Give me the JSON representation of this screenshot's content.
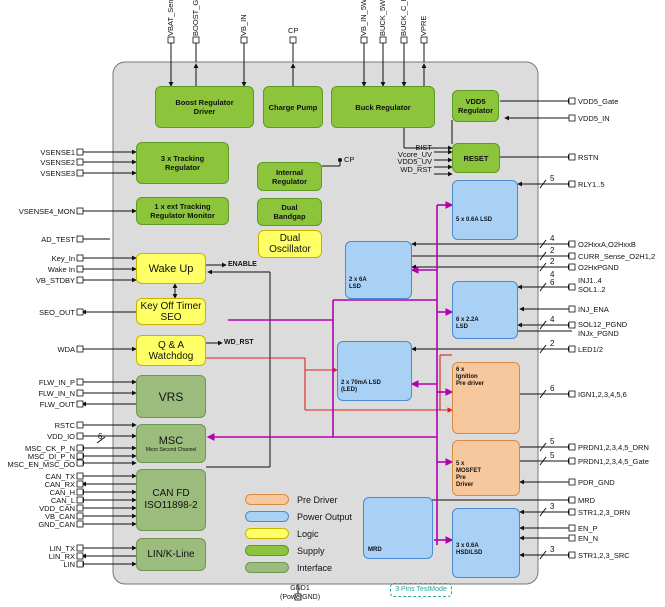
{
  "top_pins": [
    "VBAT_Sense",
    "BOOST_G",
    "VB_IN",
    "CP",
    "VB_IN_5W",
    "BUCK_5W",
    "BUCK_C_BST",
    "VPRE"
  ],
  "left_pins": {
    "vsense1": "VSENSE1",
    "vsense2": "VSENSE2",
    "vsense3": "VSENSE3",
    "vsense4_mon": "VSENSE4_MON",
    "ad_test": "AD_TEST",
    "key_in": "Key_In",
    "wake_in": "Wake In",
    "vb_stdby": "VB_STDBY",
    "seo_out": "SEO_OUT",
    "wda": "WDA",
    "flw_in_p": "FLW_IN_P",
    "flw_in_n": "FLW_IN_N",
    "flw_out": "FLW_OUT",
    "rstc": "RSTC",
    "vdd_io": "VDD_IO",
    "msc_ck_p_n": "MSC_CK_P_N",
    "msc_di_p_n": "MSC_DI_P_N",
    "msc_en_msc_do": "MSC_EN_MSC_DO",
    "can_tx": "CAN_TX",
    "can_rx": "CAN_RX",
    "can_h": "CAN_H",
    "can_l": "CAN_L",
    "vdd_can": "VDD_CAN",
    "vb_can": "VB_CAN",
    "gnd_can": "GND_CAN",
    "lin_tx": "LIN_TX",
    "lin_rx": "LIN_RX",
    "lin": "LIN"
  },
  "right_pins": {
    "vdd5_gate": "VDD5_Gate",
    "vdd5_in": "VDD5_IN",
    "rstn": "RSTN",
    "rly": "RLY1..5",
    "o2hxa": "O2HxxA,O2HxxB",
    "curr_sense": "CURR_Sense_O2H1,2",
    "o2hxpgnd": "O2HxPGND",
    "inj": "INJ1..4",
    "sol": "SOL1..2",
    "inj_ena": "INJ_ENA",
    "sol12_pgnd": "SOL12_PGND",
    "injx_pgnd": "INJx_PGND",
    "led": "LED1/2",
    "ign": "IGN1,2,3,4,5,6",
    "prdn_drn": "PRDN1,2,3,4,5_DRN",
    "prdn_gate": "PRDN1,2,3,4,5_Gate",
    "pdr_gnd": "PDR_GND",
    "mrd": "MRD",
    "str_drn": "STR1,2,3_DRN",
    "en_p": "EN_P",
    "en_n": "EN_N",
    "str_src": "STR1,2,3_SRC"
  },
  "reset_inputs": [
    "BIST",
    "Vcore_UV",
    "VDD5_UV",
    "WD_RST"
  ],
  "bus_counts": {
    "rly": "5",
    "o2h1": "4",
    "o2h2": "2",
    "o2h3": "2",
    "inj": "4",
    "sol": "6",
    "sol_pgnd": "4",
    "led": "2",
    "ign": "6",
    "prdn1": "5",
    "prdn2": "5",
    "str1": "3",
    "str2": "3",
    "msc": "6"
  },
  "blocks": {
    "boost": "Boost Regulator Driver",
    "charge_pump": "Charge Pump",
    "buck": "Buck Regulator",
    "vdd5": "VDD5 Regulator",
    "tracking": "3 x Tracking Regulator",
    "reset": "RESET",
    "internal_reg": "Internal Regulator",
    "cp_label": "CP",
    "ext_tracking": "1 x ext Tracking Regulator Monitor",
    "dual_bandgap": "Dual Bandgap",
    "dual_osc": "Dual Oscillator",
    "wake_up": "Wake Up",
    "enable": "ENABLE",
    "key_off": "Key Off Timer SEO",
    "qa_wd": "Q & A Watchdog",
    "wd_rst": "WD_RST",
    "vrs": "VRS",
    "msc": "MSC",
    "msc_sub": "Micro Second Channel",
    "can": "CAN FD ISO11898-2",
    "lin": "LIN/K-Line",
    "lsd_5x": "5 x 0.6A LSD",
    "lsd_2x": "2 x 6A LSD",
    "lsd_6x": "6 x 2.2A LSD",
    "lsd_led": "2 x 70mA LSD (LED)",
    "ign_pre": "6 x Ignition Pre driver",
    "mosfet_pre": "5 x MOSFET Pre Driver",
    "mrd": "MRD",
    "hsd": "3 x 0.6A HSD/LSD"
  },
  "legend": [
    {
      "label": "Pre Driver",
      "color": "#f7c79d"
    },
    {
      "label": "Power Output",
      "color": "#a9d1f5"
    },
    {
      "label": "Logic",
      "color": "#ffff66"
    },
    {
      "label": "Supply",
      "color": "#8cc43c"
    },
    {
      "label": "Interface",
      "color": "#9bbc7c"
    }
  ],
  "bottom": {
    "gnd": "GND1 (PowerGND)",
    "testmode": "3 Pins TestMode"
  }
}
